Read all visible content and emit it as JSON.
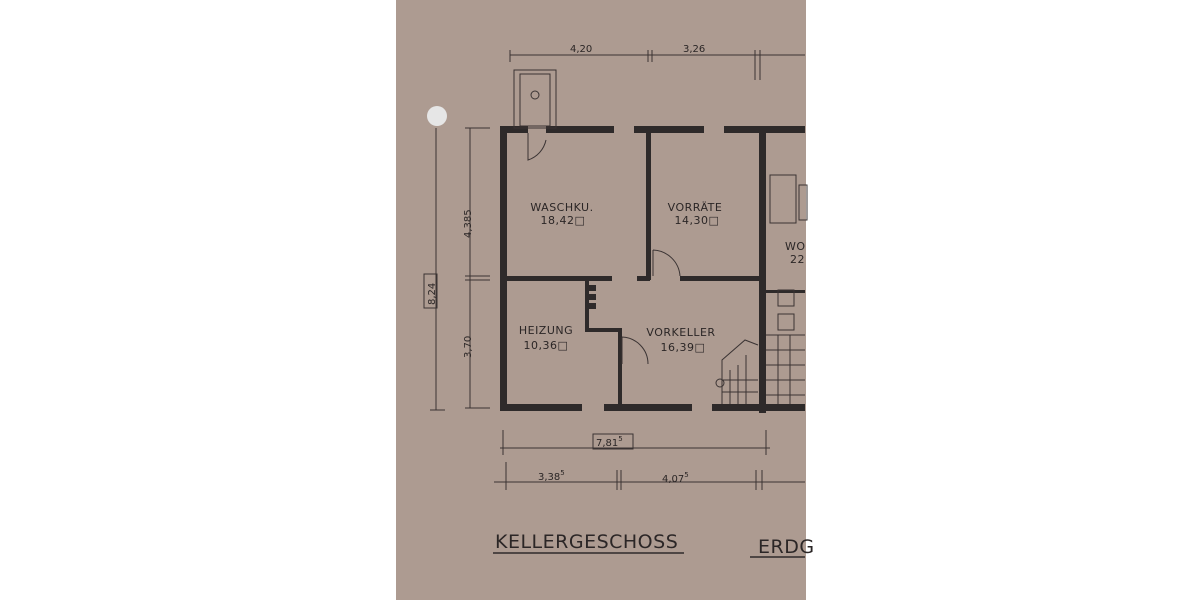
{
  "plan": {
    "title": "KELLERGESCHOSS",
    "next_title": "ERDG",
    "rooms": [
      {
        "name": "WASCHKU.",
        "area": "18,42"
      },
      {
        "name": "VORRÄTE",
        "area": "14,30"
      },
      {
        "name": "WO",
        "area": "22"
      },
      {
        "name": "HEIZUNG",
        "area": "10,36"
      },
      {
        "name": "VORKELLER",
        "area": "16,39"
      }
    ],
    "area_symbol": "□",
    "dimensions": {
      "top_left": "4,20",
      "top_right": "3,26",
      "left_upper": "4,385",
      "left_lower": "3,70",
      "left_total": "8,24",
      "bottom_total": "7,81",
      "bottom_total_sup": "5",
      "bottom_left": "3,38",
      "bottom_left_sup": "5",
      "bottom_right": "4,07",
      "bottom_right_sup": "5"
    },
    "colors": {
      "paper": "#ad9b91",
      "ink": "#2e2a2a"
    }
  }
}
